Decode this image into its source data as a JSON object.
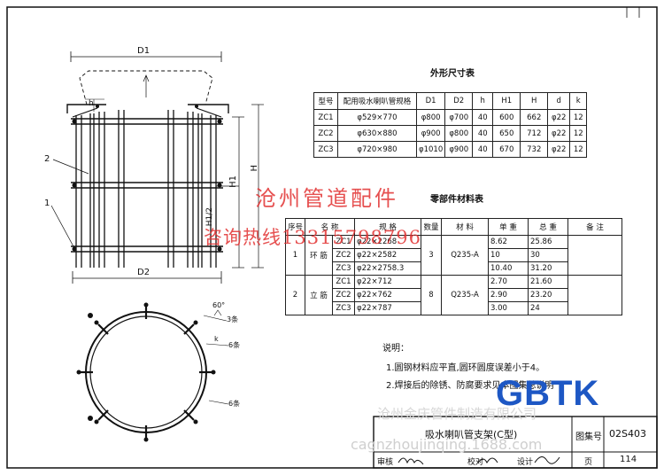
{
  "drawing": {
    "labels": {
      "D1": "D1",
      "D2": "D2",
      "h": "h",
      "H1": "H1",
      "H": "H",
      "H1_half": "H1/2",
      "part1": "1",
      "part2": "2",
      "angle": "60°",
      "weld3": "3条",
      "weld_k": "k",
      "weld6a": "6条",
      "weld6b": "6条"
    }
  },
  "dim_table": {
    "title": "外形尺寸表",
    "headers": [
      "型号",
      "配用吸水喇叭管规格",
      "D1",
      "D2",
      "h",
      "H1",
      "H",
      "d",
      "k"
    ],
    "rows": [
      [
        "ZC1",
        "φ529×770",
        "φ800",
        "φ700",
        "40",
        "600",
        "662",
        "φ22",
        "12"
      ],
      [
        "ZC2",
        "φ630×880",
        "φ900",
        "φ800",
        "40",
        "650",
        "712",
        "φ22",
        "12"
      ],
      [
        "ZC3",
        "φ720×980",
        "φ1010",
        "φ900",
        "40",
        "670",
        "732",
        "φ22",
        "12"
      ]
    ]
  },
  "parts_table": {
    "title": "零部件材料表",
    "headers": [
      "序号",
      "名  称",
      "规    格",
      "数量",
      "材    料",
      "单  重",
      "总  重",
      "备  注"
    ],
    "groups": [
      {
        "no": "1",
        "name": "环 筋",
        "qty": "3",
        "material": "Q235-A",
        "rows": [
          [
            "ZC1",
            "φ22×2268",
            "8.62",
            "25.86"
          ],
          [
            "ZC2",
            "φ22×2582",
            "10",
            "30"
          ],
          [
            "ZC3",
            "φ22×2758.3",
            "10.40",
            "31.20"
          ]
        ]
      },
      {
        "no": "2",
        "name": "立 筋",
        "qty": "8",
        "material": "Q235-A",
        "rows": [
          [
            "ZC1",
            "φ22×712",
            "2.70",
            "21.60"
          ],
          [
            "ZC2",
            "φ22×762",
            "2.90",
            "23.20"
          ],
          [
            "ZC3",
            "φ22×787",
            "3.00",
            "24"
          ]
        ]
      }
    ]
  },
  "notes": {
    "title": "说明：",
    "items": [
      "1.圆钢材料应平直,圆环圆度误差小于4。",
      "2.焊接后的除锈、防腐要求见本图集总说明"
    ]
  },
  "title_block": {
    "drawing_title": "吸水喇叭管支架(C型)",
    "atlas_label": "图集号",
    "atlas_no": "02S403",
    "review": "审核",
    "check": "校对",
    "design": "设计",
    "page_label": "页",
    "page_no": "114"
  },
  "watermarks": {
    "company": "沧州管道配件",
    "hotline": "咨询热线13315798796",
    "logo": "GBTK",
    "company_full": "沧州金庆管件制造有限公司",
    "url": "cagnzhoujinqing.1688.com"
  }
}
